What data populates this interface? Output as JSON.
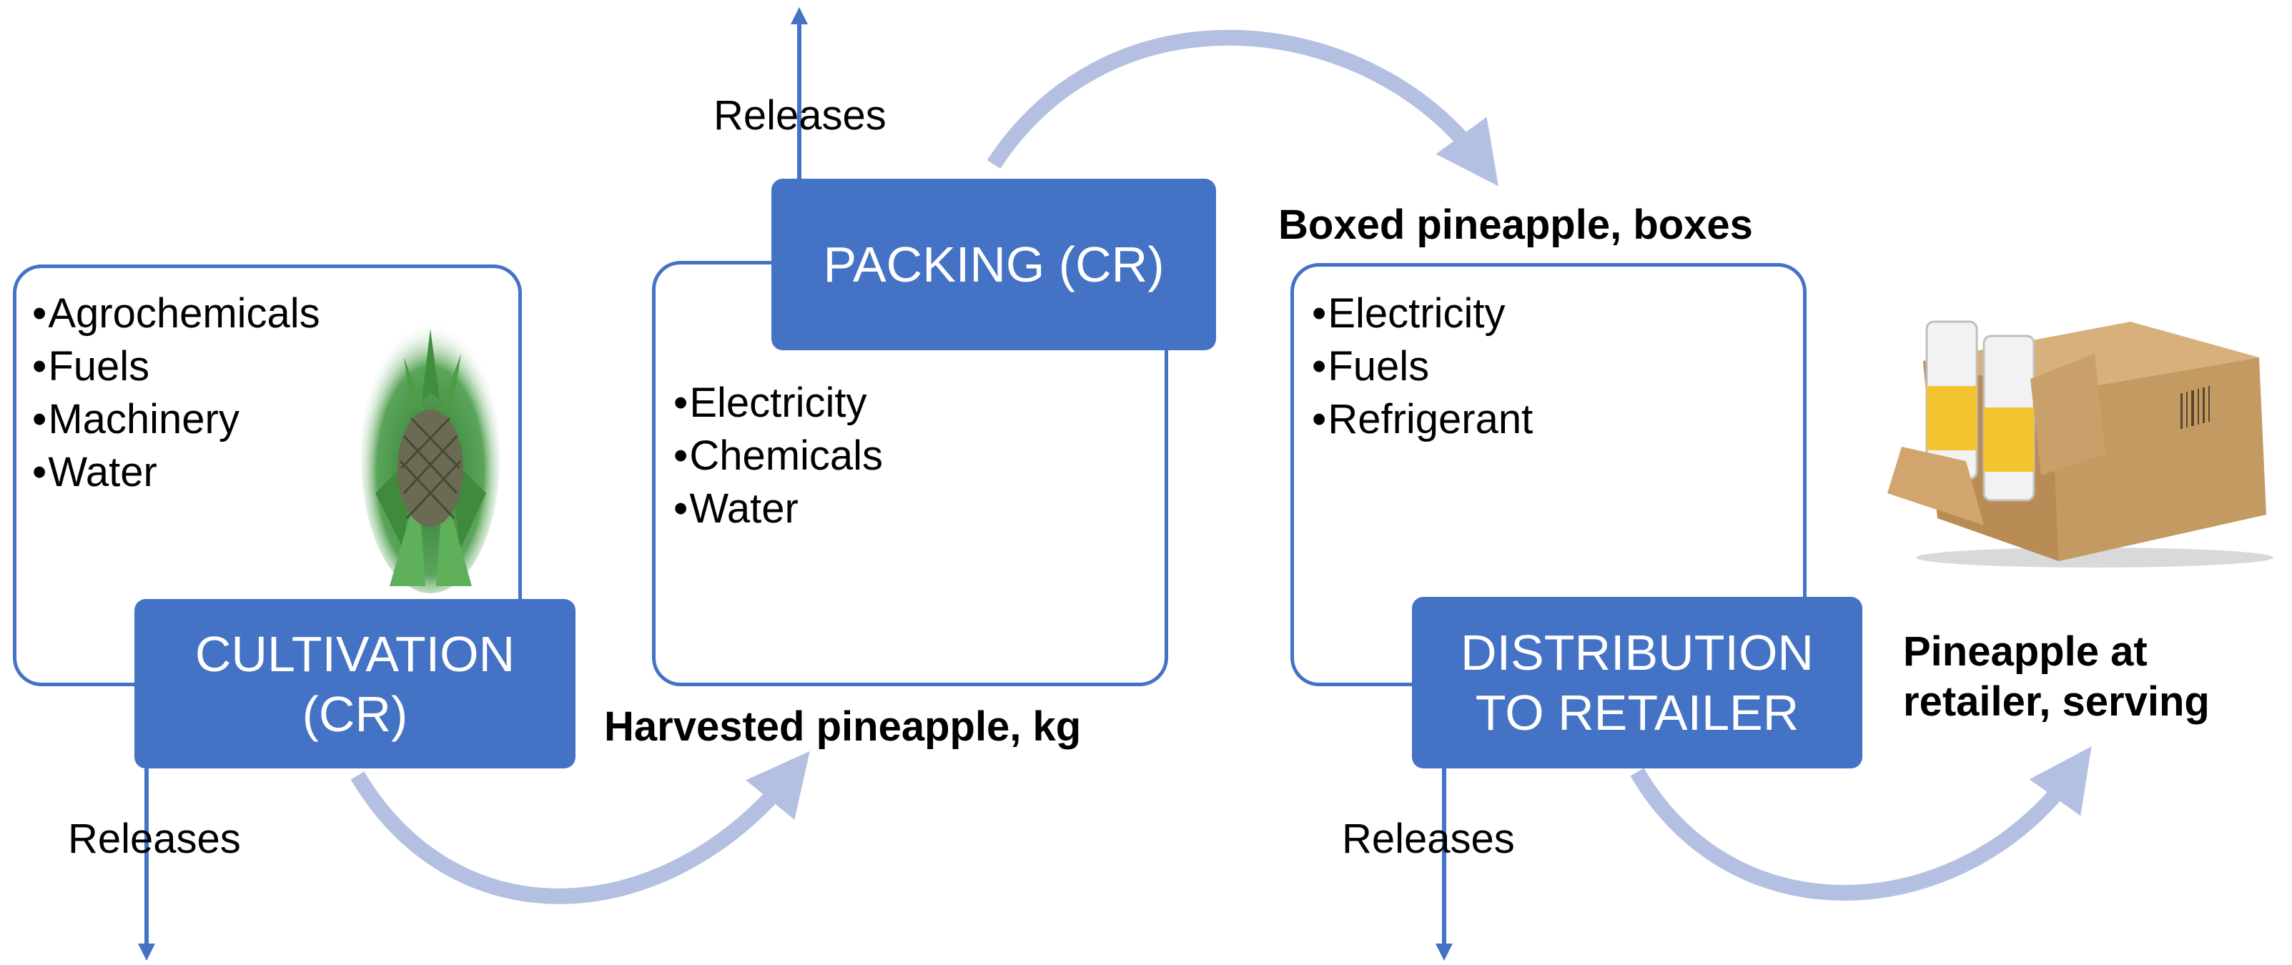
{
  "diagram": {
    "colors": {
      "box_fill": "#4472c4",
      "box_outline": "#4472c4",
      "flow_arrow": "#b4c0e2",
      "release_arrow": "#4472c4"
    },
    "stages": [
      {
        "line1": "CULTIVATION",
        "line2": "(CR)"
      },
      {
        "line1": "PACKING (CR)",
        "line2": ""
      },
      {
        "line1": "DISTRIBUTION",
        "line2": "TO RETAILER"
      }
    ],
    "inputs": [
      [
        "Agrochemicals",
        "Fuels",
        "Machinery",
        "Water"
      ],
      [
        "Electricity",
        "Chemicals",
        "Water"
      ],
      [
        "Electricity",
        "Fuels",
        "Refrigerant"
      ]
    ],
    "releases_label": "Releases",
    "flows": {
      "harvested": "Harvested pineapple, kg",
      "boxed": "Boxed pineapple, boxes",
      "retailer_line1": "Pineapple at",
      "retailer_line2": "retailer, serving"
    },
    "images": [
      "pineapple-plant",
      "cardboard-box-with-cans"
    ]
  }
}
